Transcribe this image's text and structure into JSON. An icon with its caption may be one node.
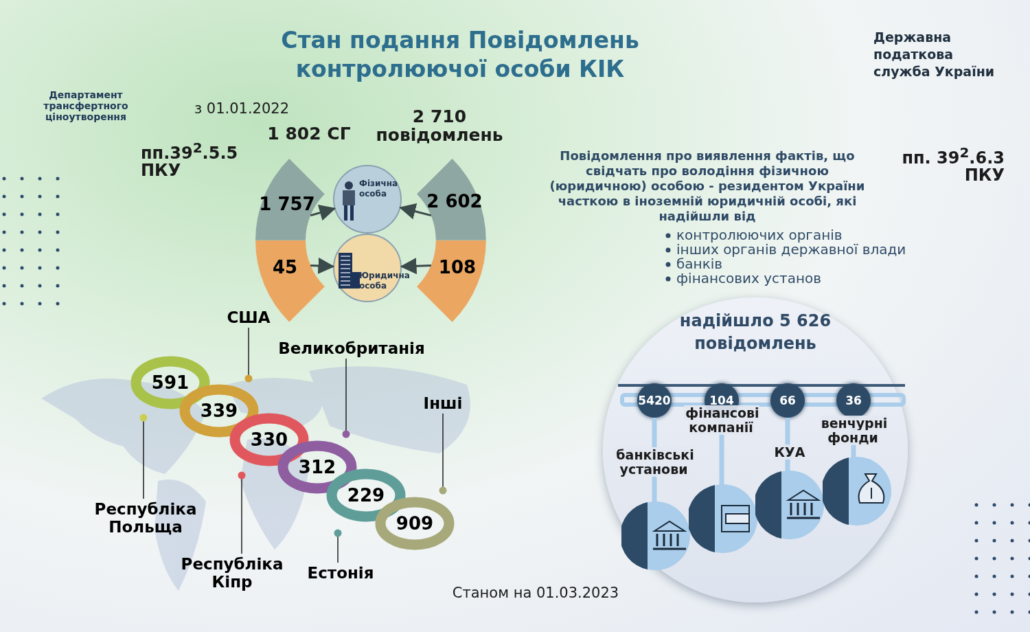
{
  "diagram": {
    "title": "Стан подання Повідомлень контролюючої особи КІК",
    "nodes": [
      {
        "text": [
          "1 757"
        ]
      },
      {
        "text": [
          "45"
        ]
      },
      {
        "text": [
          "Фізична особа"
        ]
      },
      {
        "text": [
          "Юридична особа"
        ]
      },
      {
        "text": [
          "2 602"
        ]
      },
      {
        "text": [
          "108"
        ]
      },
      {
        "text": [
          "591"
        ]
      },
      {
        "text": [
          "339"
        ]
      },
      {
        "text": [
          "330"
        ]
      },
      {
        "text": [
          "312"
        ]
      },
      {
        "text": [
          "229"
        ]
      },
      {
        "text": [
          "909"
        ]
      },
      {
        "text": [
          "США"
        ]
      },
      {
        "text": [
          "Великобританія"
        ]
      },
      {
        "text": [
          "Інші"
        ]
      },
      {
        "text": [
          "Республіка Польща"
        ]
      },
      {
        "text": [
          "Республіка Кіпр"
        ]
      },
      {
        "text": [
          "Естонія"
        ]
      },
      {
        "text": [
          "надійшло 5 626 повідомлень"
        ]
      },
      {
        "text": [
          "5420"
        ],
        "in": 18
      },
      {
        "text": [
          "104"
        ],
        "in": 18
      },
      {
        "text": [
          "66"
        ],
        "in": 18
      },
      {
        "text": [
          "36"
        ],
        "in": 18
      },
      {
        "text": [],
        "shape": "picture",
        "in": 18
      },
      {
        "text": [],
        "shape": "picture",
        "in": 18
      },
      {
        "text": [],
        "shape": "picture",
        "in": 18
      },
      {
        "text": [],
        "shape": "picture",
        "in": 18
      }
    ],
    "edges": [
      {
        "from": 0,
        "to": 2,
        "arrow": "to"
      },
      {
        "from": 4,
        "to": 2,
        "arrow": "to"
      },
      {
        "from": 1,
        "to": 3,
        "arrow": "to"
      },
      {
        "from": 5,
        "to": 3,
        "arrow": "to"
      },
      {
        "from": 12,
        "to": null,
        "arrow": "other"
      },
      {
        "from": 13,
        "to": null,
        "arrow": "other"
      },
      {
        "from": 14,
        "to": null,
        "arrow": "other"
      },
      {
        "from": 15,
        "to": null,
        "arrow": "other"
      },
      {
        "from": 16,
        "to": null,
        "arrow": "other"
      },
      {
        "from": 17,
        "to": null,
        "arrow": "other"
      },
      {
        "from": 19,
        "to": 23,
        "arrow": "none",
        "label": "банківські установи",
        "style": "thick",
        "color": "#a9cdea"
      },
      {
        "from": 20,
        "to": 24,
        "arrow": "none",
        "label": "фінансові компанії",
        "style": "thick",
        "color": "#a9cdea"
      },
      {
        "from": 21,
        "to": 25,
        "arrow": "none",
        "label": "КУА",
        "style": "thick",
        "color": "#a9cdea"
      },
      {
        "from": 22,
        "to": 26,
        "arrow": "none",
        "label": "венчурні фонди",
        "style": "thick",
        "color": "#a9cdea"
      }
    ],
    "labels": [
      "Департамент трансфертного ціноутворення",
      "Державна податкова служба України",
      "з 01.01.2022",
      "1 802 СГ",
      "2 710 повідомлень",
      "пп.39$^{2}$.5.5 ПКУ",
      "пп. 39$^{2}$.6.3 ПКУ",
      "Повідомлення про виявлення фактів, що свідчать про володіння фізичною (юридичною) особою - резидентом України часткою в іноземній юридичній особі, які надійшли від",
      "контролюючих органів",
      "інших органів державної влади",
      "банків",
      "фінансових установ",
      "Станом на 01.03.2023"
    ]
  }
}
